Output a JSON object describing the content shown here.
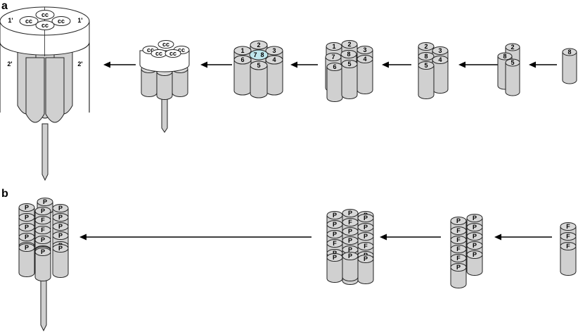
{
  "panels": {
    "a": "a",
    "b": "b"
  },
  "colors": {
    "rod_body": "#d0d0d0",
    "rod_lid": "#d8d8d8",
    "highlight": "#bfe6ec",
    "collar": "#ffffff",
    "outline": "#222222"
  },
  "panel_a": {
    "stage_1": [
      "8"
    ],
    "stage_2": [
      "2",
      "8",
      "5"
    ],
    "stage_3": [
      "2",
      "3",
      "8",
      "4",
      "5"
    ],
    "stage_4": [
      "1",
      "2",
      "7",
      "8",
      "3",
      "6",
      "5",
      "4"
    ],
    "stage_5": [
      "2",
      "1",
      "3",
      "7",
      "8",
      "6",
      "4",
      "5"
    ],
    "stage_6_collar": [
      "cc",
      "cc",
      "cc",
      "cc",
      "cc"
    ],
    "stage_7_collar": [
      "cc",
      "cc",
      "cc",
      "cc",
      "cc"
    ],
    "stage_7_sides": [
      "1'",
      "1'",
      "2'",
      "2'"
    ]
  },
  "panel_b": {
    "stage_1": [
      "F",
      "F",
      "F"
    ],
    "stage_2": [
      "P",
      "P",
      "F",
      "P",
      "F",
      "P",
      "F",
      "P",
      "F",
      "P",
      "P"
    ],
    "stage_3": [
      "P",
      "P",
      "P",
      "P",
      "F",
      "P",
      "P",
      "P",
      "P",
      "F",
      "P",
      "P",
      "P",
      "P",
      "F",
      "P",
      "P",
      "P",
      "P",
      "P"
    ],
    "stage_4": [
      "P",
      "P",
      "P",
      "P",
      "P",
      "P",
      "F",
      "P",
      "P",
      "F",
      "P",
      "P",
      "P",
      "F",
      "P",
      "P",
      "P",
      "P",
      "P",
      "P"
    ]
  }
}
